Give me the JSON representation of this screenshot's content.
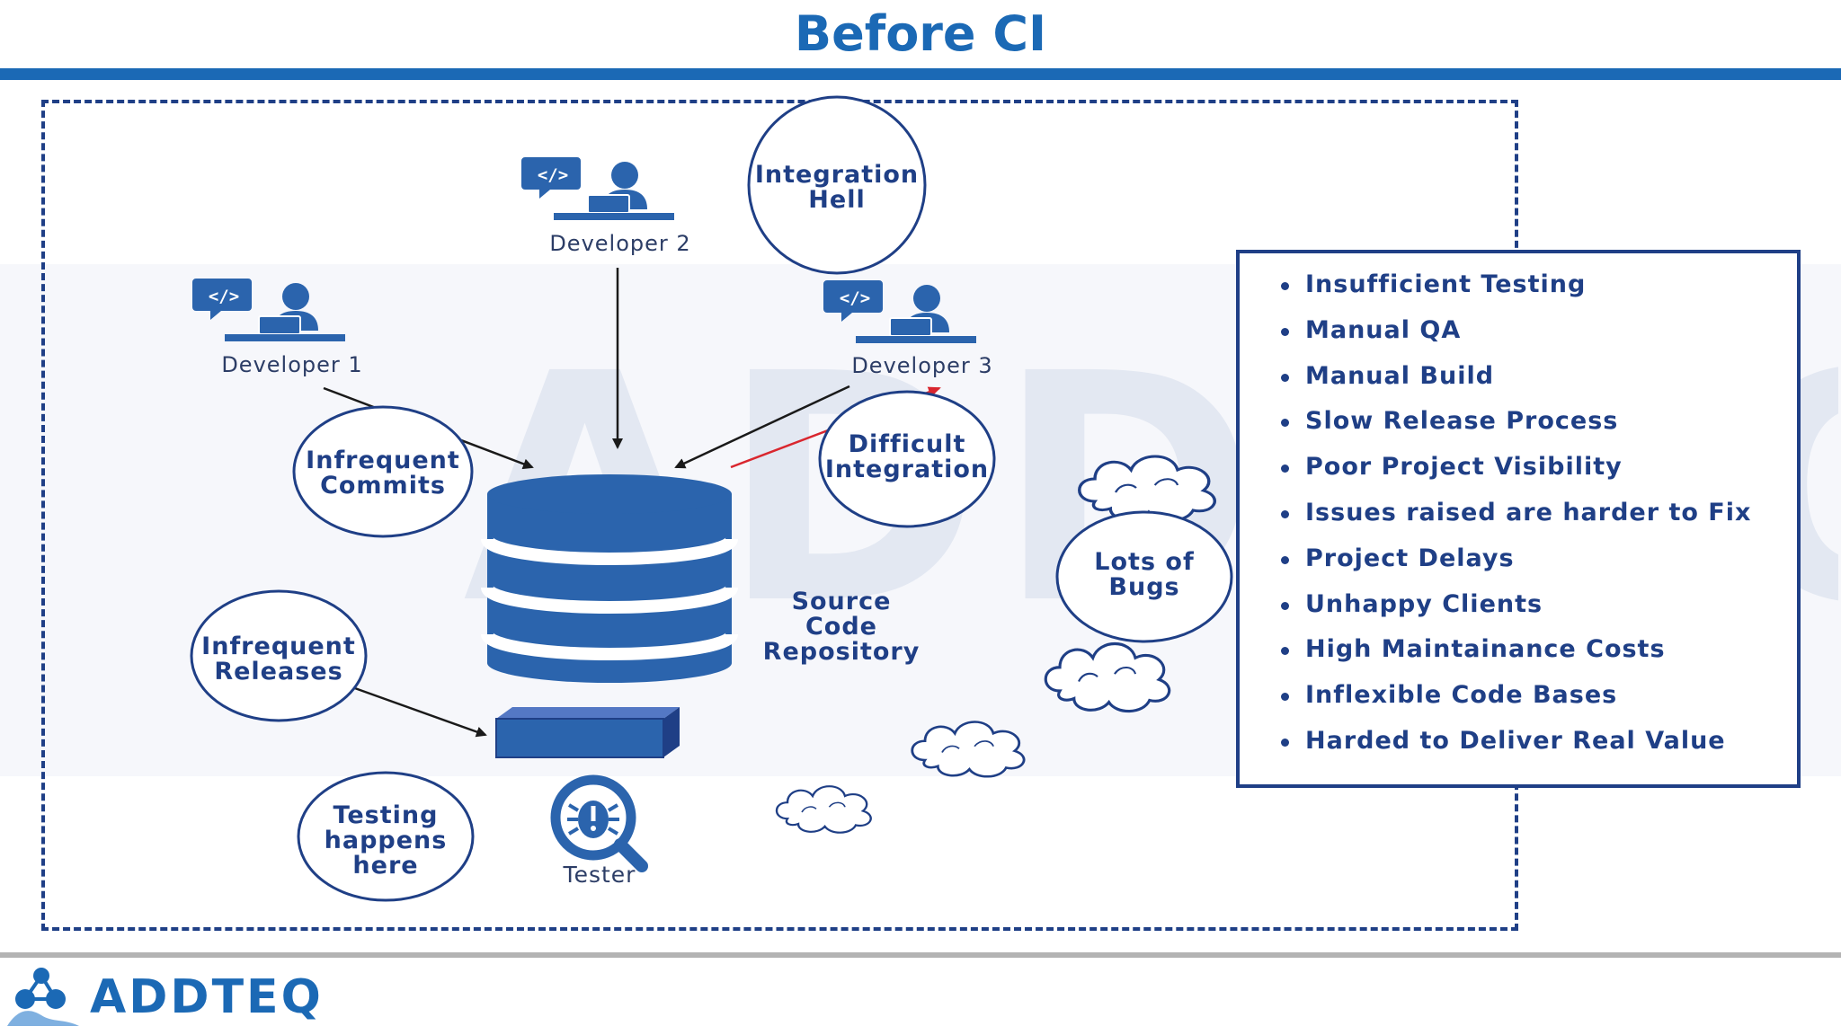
{
  "title": "Before CI",
  "brand": {
    "name": "ADDTEQ",
    "watermark": "ADDTEQ",
    "colors": {
      "primary": "#1b69b5",
      "navy": "#1f3f86",
      "gray": "#b3b3b3"
    }
  },
  "diagram": {
    "developers": [
      {
        "label": "Developer 1",
        "icon": "developer-icon"
      },
      {
        "label": "Developer 2",
        "icon": "developer-icon"
      },
      {
        "label": "Developer 3",
        "icon": "developer-icon"
      }
    ],
    "repository_label": "Source\nCode\nRepository",
    "tester_label": "Tester",
    "bubbles": {
      "integration_hell": "Integration\nHell",
      "infrequent_commits": "Infrequent\nCommits",
      "difficult_integration": "Difficult\nIntegration",
      "infrequent_releases": "Infrequent\nReleases",
      "testing_here": "Testing\nhappens\nhere",
      "lots_of_bugs": "Lots of\nBugs"
    },
    "icons": [
      "developer-icon",
      "database-icon",
      "build-package-icon",
      "bug-search-icon",
      "cloud-icon"
    ]
  },
  "issues": [
    "Insufficient Testing",
    "Manual QA",
    "Manual Build",
    "Slow Release Process",
    "Poor Project Visibility",
    "Issues raised are harder to Fix",
    "Project Delays",
    "Unhappy Clients",
    "High Maintainance Costs",
    "Inflexible Code Bases",
    "Harded to Deliver Real Value"
  ]
}
